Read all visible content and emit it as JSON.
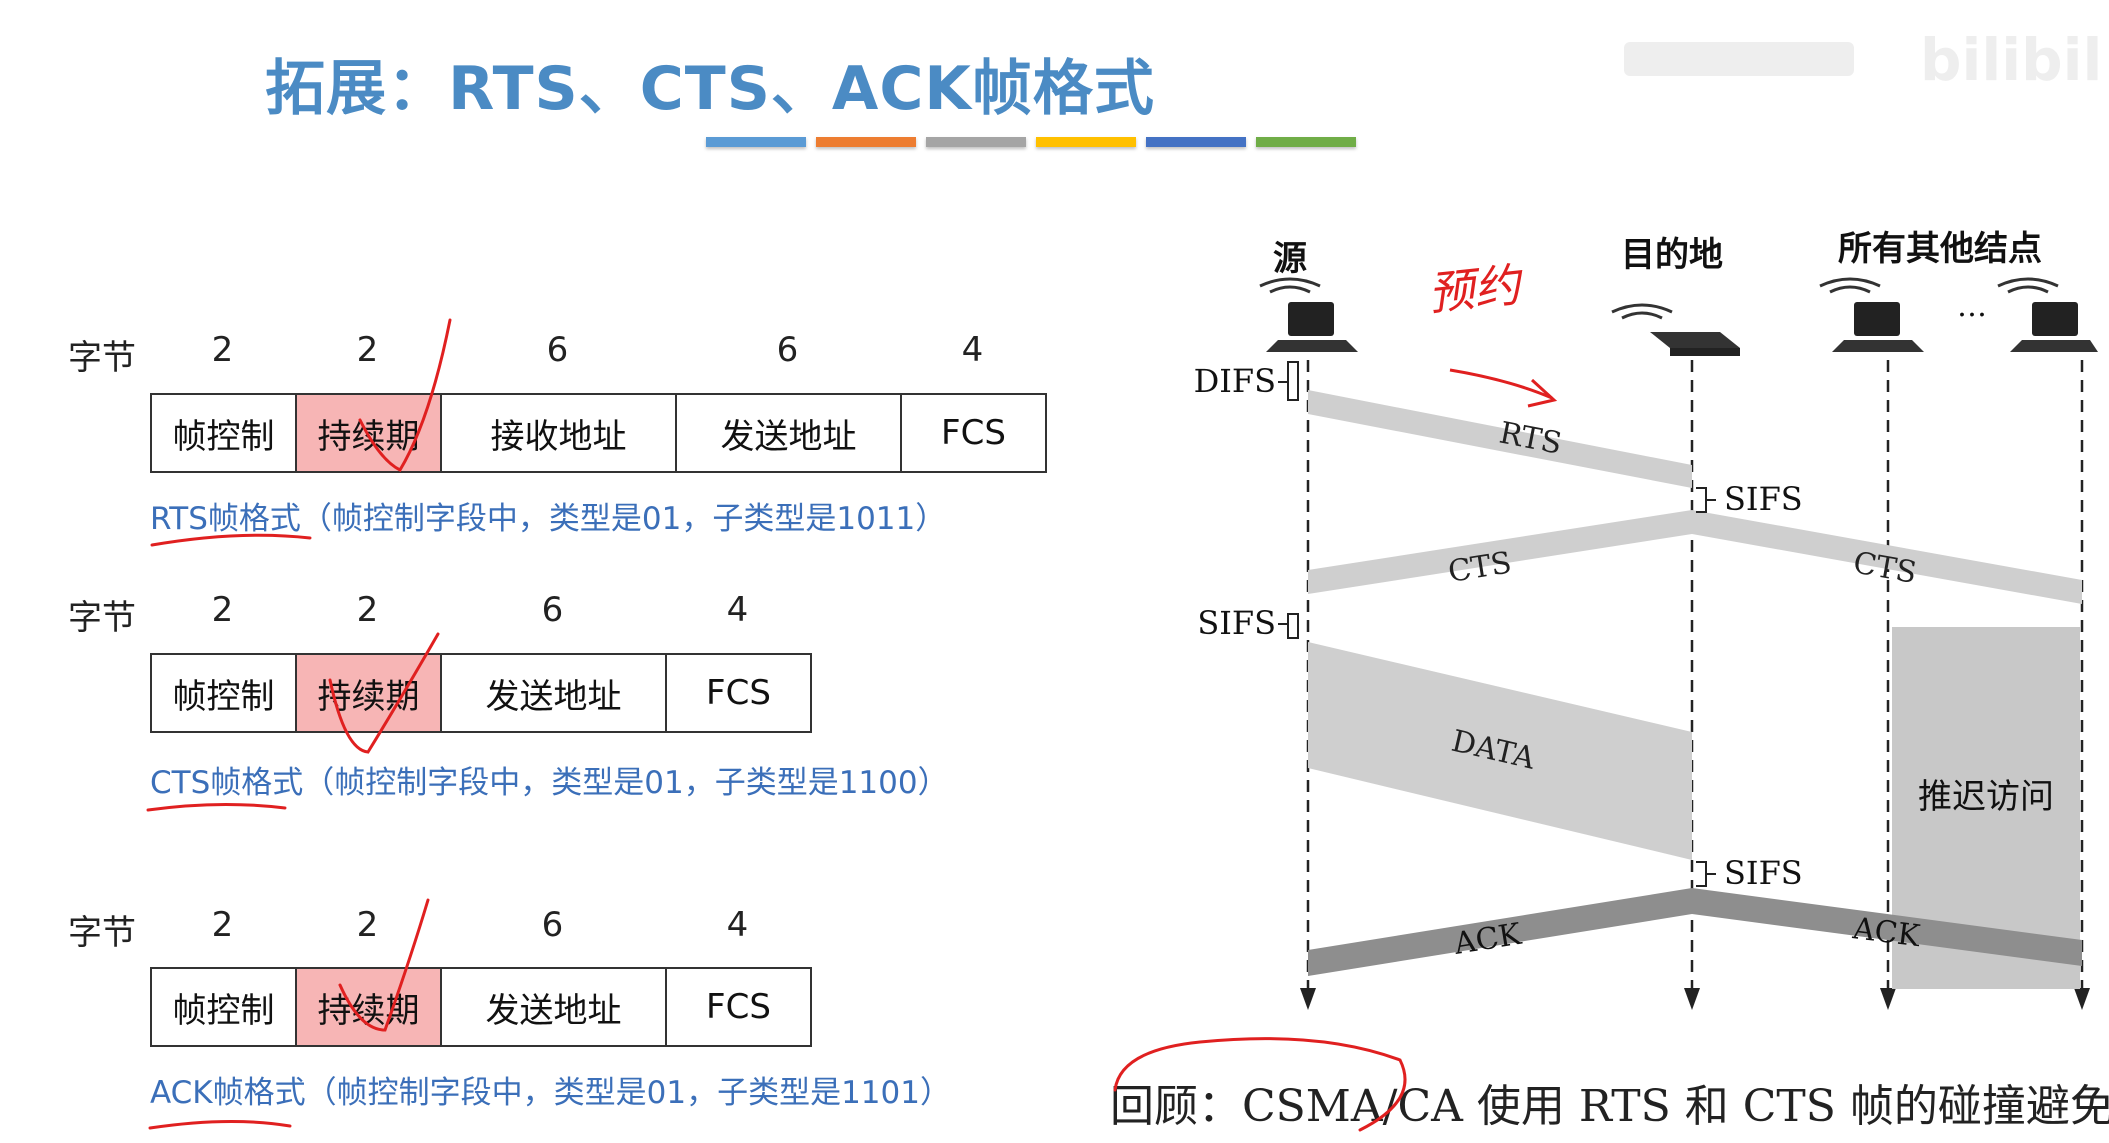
{
  "title": "拓展：RTS、CTS、ACK帧格式",
  "accent_bars": [
    "#5b9bd5",
    "#ed7d31",
    "#a5a5a5",
    "#ffc000",
    "#4472c4",
    "#70ad47"
  ],
  "highlight_color": "#f7b5b5",
  "frames": [
    {
      "bytes_label": "字节",
      "bytes": [
        "2",
        "2",
        "6",
        "6",
        "4"
      ],
      "fields": [
        "帧控制",
        "持续期",
        "接收地址",
        "发送地址",
        "FCS"
      ],
      "caption": "RTS帧格式（帧控制字段中，类型是01，子类型是1011）"
    },
    {
      "bytes_label": "字节",
      "bytes": [
        "2",
        "2",
        "6",
        "4"
      ],
      "fields": [
        "帧控制",
        "持续期",
        "发送地址",
        "FCS"
      ],
      "caption": "CTS帧格式（帧控制字段中，类型是01，子类型是1100）"
    },
    {
      "bytes_label": "字节",
      "bytes": [
        "2",
        "2",
        "6",
        "4"
      ],
      "fields": [
        "帧控制",
        "持续期",
        "发送地址",
        "FCS"
      ],
      "caption": "ACK帧格式（帧控制字段中，类型是01，子类型是1101）"
    }
  ],
  "diagram": {
    "source_label": "源",
    "destination_label": "目的地",
    "others_label": "所有其他结点",
    "ellipsis": "…",
    "difs": "DIFS",
    "sifs": "SIFS",
    "rts": "RTS",
    "cts": "CTS",
    "data": "DATA",
    "ack": "ACK",
    "defer": "推迟访问",
    "handwritten_note": "预约"
  },
  "review": "回顾：CSMA/CA 使用 RTS 和 CTS 帧的碰撞避免"
}
